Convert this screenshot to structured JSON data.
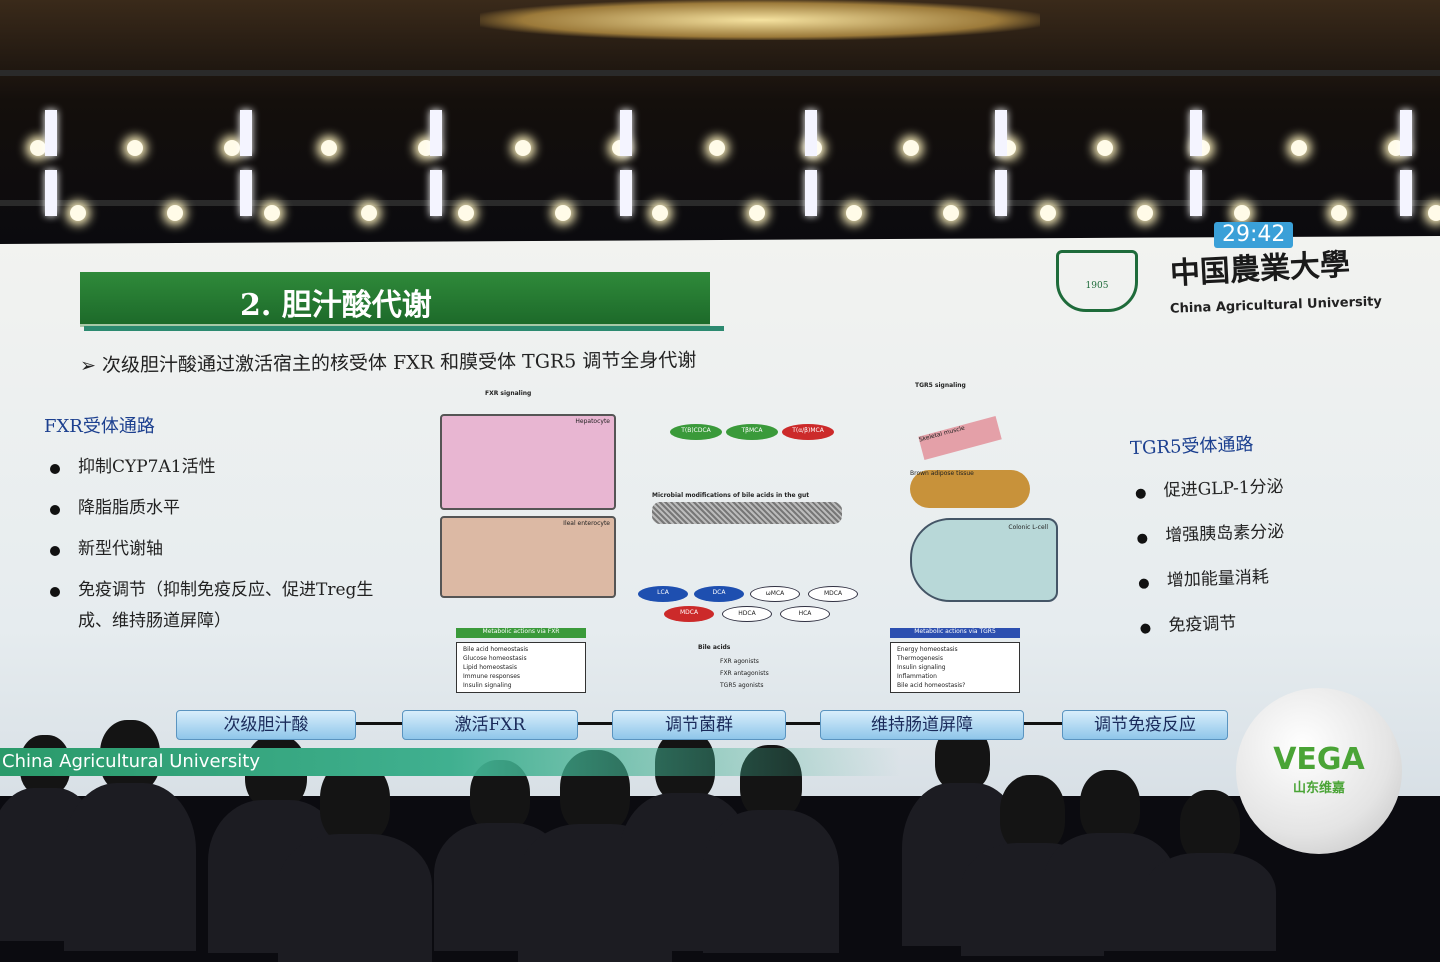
{
  "slide": {
    "timer": "29:42",
    "title": "2.  胆汁酸代谢",
    "university_cn": "中国農業大學",
    "university_en": "China Agricultural University",
    "seal_text": "1905",
    "subtitle": "➢  次级胆汁酸通过激活宿主的核受体 FXR 和膜受体 TGR5 调节全身代谢",
    "left": {
      "heading": "FXR受体通路",
      "items": [
        "抑制CYP7A1活性",
        "降脂脂质水平",
        "新型代谢轴",
        "免疫调节（抑制免疫反应、促进Treg生成、维持肠道屏障）"
      ]
    },
    "right": {
      "heading": "TGR5受体通路",
      "items": [
        "促进GLP-1分泌",
        "增强胰岛素分泌",
        "增加能量消耗",
        "免疫调节"
      ]
    },
    "diagram": {
      "fxr_title": "FXR signaling",
      "tgr5_title": "TGR5 signaling",
      "hepatocyte": "Hepatocyte",
      "enterocyte": "Ileal enterocyte",
      "top_acids": [
        "T(B)CDCA",
        "TβMCA",
        "T(α/β)MCA"
      ],
      "gut_label": "Microbial modifications of bile acids in the gut",
      "bottom_acids": [
        "LCA",
        "DCA",
        "ωMCA",
        "MDCA",
        "MDCA",
        "HDCA",
        "HCA"
      ],
      "fxr_actions_title": "Metabolic actions via FXR",
      "fxr_actions": [
        "Bile acid homeostasis",
        "Glucose homeostasis",
        "Lipid homeostasis",
        "Immune responses",
        "Insulin signaling"
      ],
      "legend_title": "Bile acids",
      "legend": [
        "FXR agonists",
        "FXR antagonists",
        "TGR5 agonists"
      ],
      "tgr5_actions_title": "Metabolic actions via TGR5",
      "tgr5_actions": [
        "Energy homeostasis",
        "Thermogenesis",
        "Insulin signaling",
        "Inflammation",
        "Bile acid homeostasis?"
      ],
      "tissues": [
        "Skeletal muscle",
        "Brown adipose tissue",
        "Colonic L-cell"
      ]
    },
    "flow": [
      "次级胆汁酸",
      "激活FXR",
      "调节菌群",
      "维持肠道屏障",
      "调节免疫反应"
    ],
    "footer_strip": "China Agricultural University"
  },
  "watermark": {
    "brand": "VEGA",
    "sub": "山东维嘉"
  }
}
